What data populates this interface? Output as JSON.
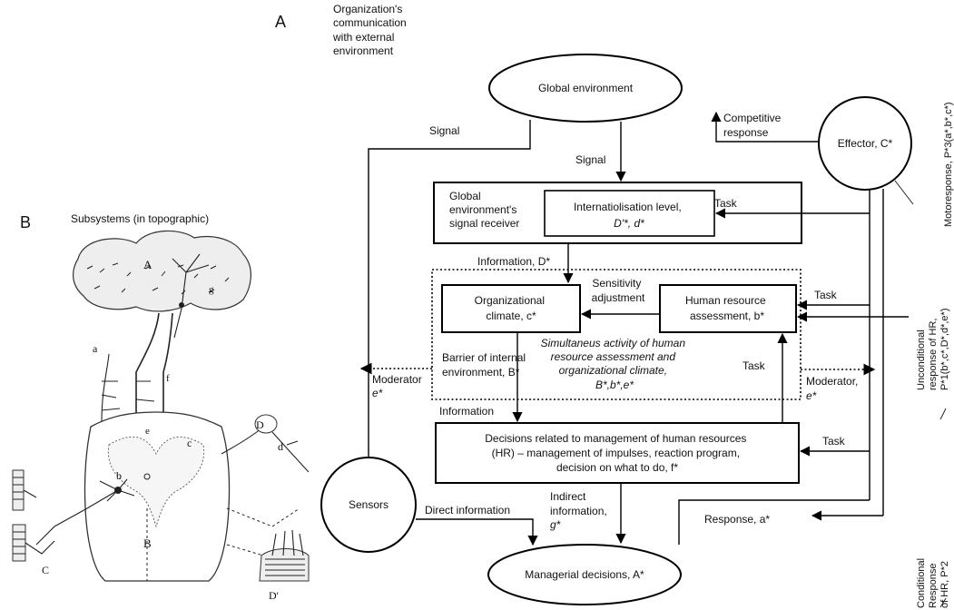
{
  "panel_a": {
    "letter": "A",
    "heading": [
      "Organization's",
      "communication",
      "with external",
      "environment"
    ],
    "nodes": {
      "global_environment": "Global environment",
      "effector": "Effector, C*",
      "receiver": [
        "Global",
        "environment's",
        "signal receiver"
      ],
      "internationalisation": [
        "Internatiolisation level,",
        "D'*, d*"
      ],
      "org_climate": [
        "Organizational",
        "climate, c*"
      ],
      "hr_assessment": [
        "Human resource",
        "assessment, b*"
      ],
      "simultaneous": [
        "Simultaneus activity of human",
        "resource assessment and",
        "organizational climate,",
        "B*,b*,e*"
      ],
      "barrier": [
        "Barrier of internal",
        "environment, B*"
      ],
      "decisions": [
        "Decisions related to management of human resources",
        "(HR) – management of impulses, reaction program,",
        "decision on what to do, f*"
      ],
      "sensors": "Sensors",
      "managerial": "Managerial decisions, A*"
    },
    "labels": {
      "signal_left": "Signal",
      "signal_center": "Signal",
      "competitive": [
        "Competitive",
        "response"
      ],
      "task_1": "Task",
      "task_2": "Task",
      "task_3": "Task",
      "task_4": "Task",
      "information_d": "Information, D*",
      "sensitivity": [
        "Sensitivity",
        "adjustment"
      ],
      "moderator_left": [
        "Moderator",
        "e*"
      ],
      "moderator_right": [
        "Moderator,",
        "e*"
      ],
      "information": "Information",
      "direct_information": "Direct information",
      "indirect_information": [
        "Indirect",
        "information,",
        "g*"
      ],
      "response": "Response, a*"
    },
    "side_labels": {
      "motoresponse": "Motoresponse, P*3(a*,b*,c*)",
      "unconditional": [
        "Unconditional",
        "response of HR,",
        "P*1(b*,c*,D*,d*,e*)"
      ],
      "conditional": [
        "Conditional",
        "Response",
        "of HR, P*2"
      ]
    }
  },
  "panel_b": {
    "letter": "B",
    "heading": "Subsystems (in topographic)",
    "drawing_labels": {
      "cortex": "A",
      "g": "g",
      "a": "a",
      "f": "f",
      "e": "e",
      "c": "c",
      "b": "b",
      "cord": "B",
      "D": "D",
      "d": "d",
      "C": "C",
      "Dprime": "D'"
    }
  }
}
